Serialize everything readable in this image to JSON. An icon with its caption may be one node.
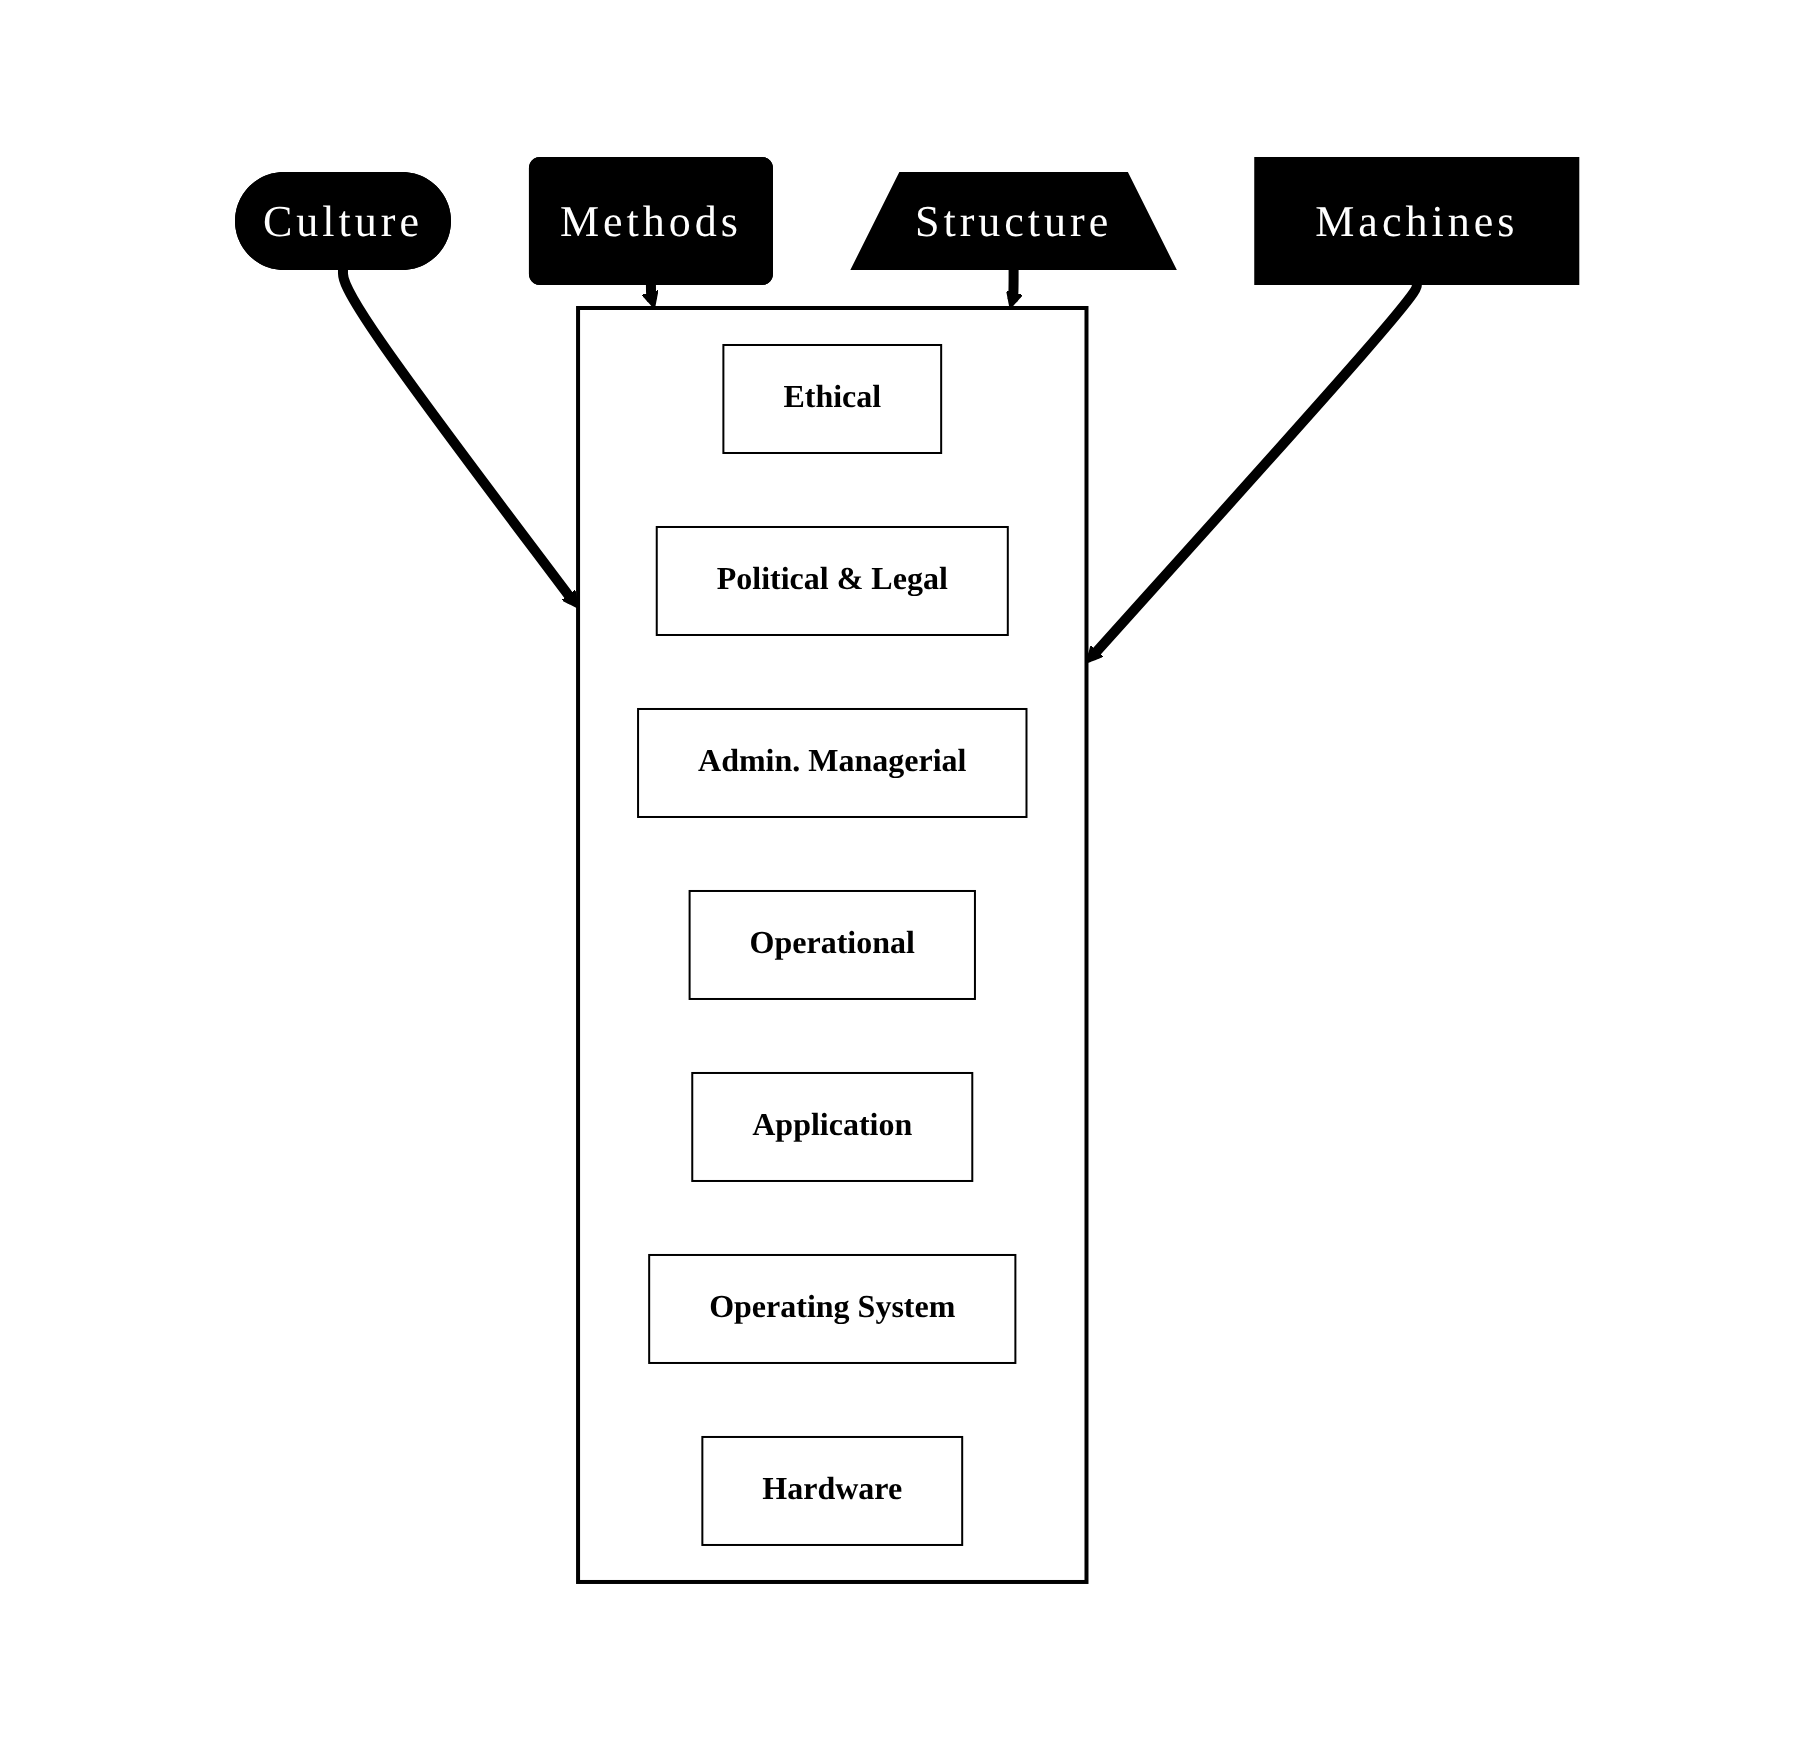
{
  "diagram": {
    "nodes": [
      {
        "text": [],
        "shape": "box"
      },
      {
        "text": [
          "Ethical"
        ],
        "in": 0
      },
      {
        "text": [
          "Political & Legal"
        ],
        "in": 0
      },
      {
        "text": [
          "Admin. Managerial"
        ],
        "in": 0
      },
      {
        "text": [
          "Operational"
        ],
        "in": 0
      },
      {
        "text": [
          "Application"
        ],
        "in": 0
      },
      {
        "text": [
          "Operating System"
        ],
        "in": 0
      },
      {
        "text": [
          "Hardware"
        ],
        "in": 0
      },
      {
        "text": [
          "Culture"
        ]
      },
      {
        "text": [
          "Methods"
        ]
      },
      {
        "text": [
          "Structure"
        ]
      },
      {
        "text": [
          "Machines"
        ]
      }
    ],
    "edges": [
      {
        "from": 8,
        "to": 0,
        "arrow": "to"
      },
      {
        "from": 9,
        "to": 0,
        "arrow": "to"
      },
      {
        "from": 10,
        "to": 0,
        "arrow": "to"
      },
      {
        "from": 11,
        "to": 0,
        "arrow": "to"
      }
    ]
  }
}
